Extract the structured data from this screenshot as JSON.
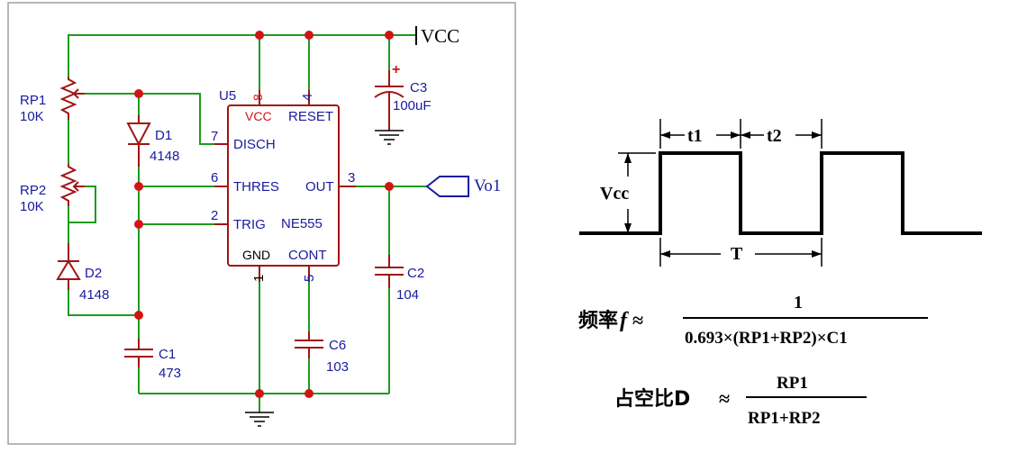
{
  "schematic": {
    "ic": {
      "ref": "U5",
      "part": "NE555",
      "pins": {
        "vcc": "VCC",
        "reset": "RESET",
        "disch": "DISCH",
        "thres": "THRES",
        "trig": "TRIG",
        "out": "OUT",
        "gnd": "GND",
        "cont": "CONT"
      },
      "pin_numbers": {
        "vcc": "8",
        "reset": "4",
        "disch": "7",
        "thres": "6",
        "trig": "2",
        "out": "3",
        "gnd": "1",
        "cont": "5"
      }
    },
    "rp1": {
      "ref": "RP1",
      "value": "10K"
    },
    "rp2": {
      "ref": "RP2",
      "value": "10K"
    },
    "d1": {
      "ref": "D1",
      "value": "4148"
    },
    "d2": {
      "ref": "D2",
      "value": "4148"
    },
    "c1": {
      "ref": "C1",
      "value": "473"
    },
    "c2": {
      "ref": "C2",
      "value": "104"
    },
    "c3": {
      "ref": "C3",
      "value": "100uF",
      "polarity": "+"
    },
    "c6": {
      "ref": "C6",
      "value": "103"
    },
    "vcc_net": "VCC",
    "output_net": "Vo1"
  },
  "waveform": {
    "t1": "t1",
    "t2": "t2",
    "period": "T",
    "amplitude": "Vcc"
  },
  "formulas": {
    "freq_label": "频率",
    "freq_var": "f",
    "approx": "≈",
    "freq_numerator": "1",
    "freq_denominator": "0.693×(RP1+RP2)×C1",
    "duty_label": "占空比D",
    "duty_numerator": "RP1",
    "duty_denominator": "RP1+RP2"
  },
  "colors": {
    "wire": "#1e9b1e",
    "component": "#a01414",
    "junction": "#d21414",
    "label": "#1a1aa0",
    "pin_red": "#d21414"
  }
}
